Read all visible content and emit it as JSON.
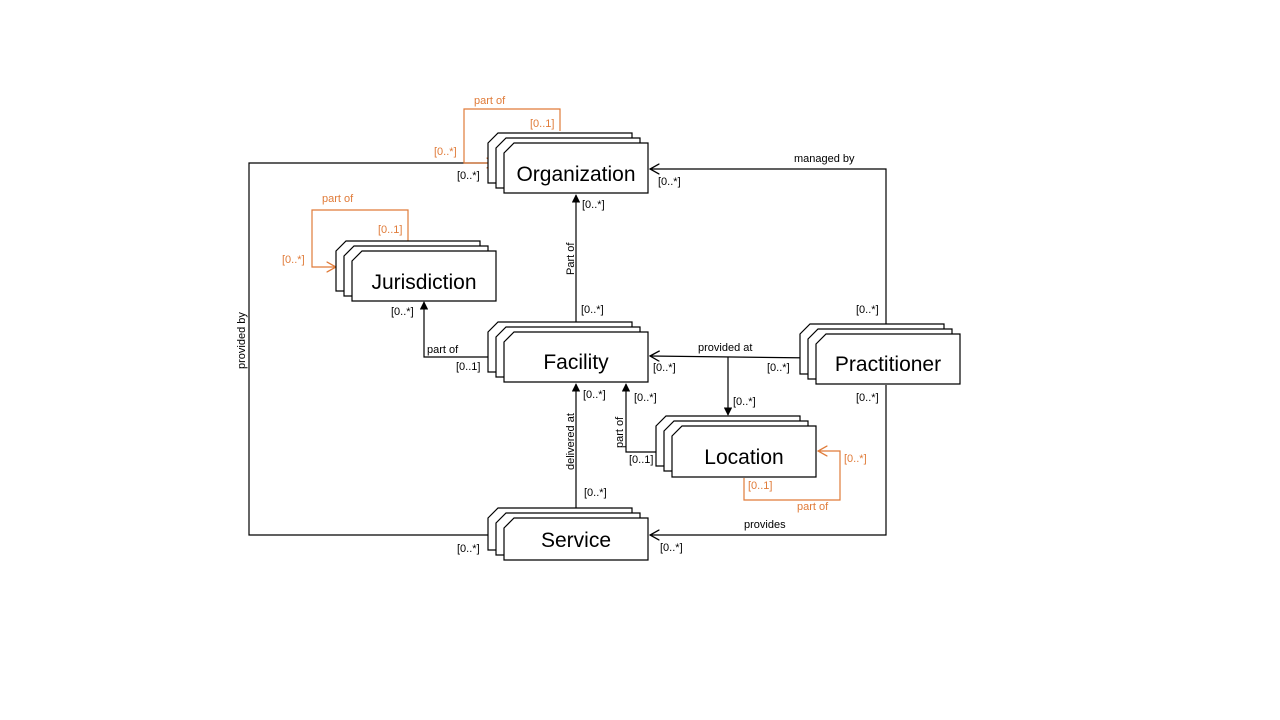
{
  "colors": {
    "line": "#000000",
    "self_relation": "#e07b39"
  },
  "entities": {
    "organization": "Organization",
    "jurisdiction": "Jurisdiction",
    "facility": "Facility",
    "practitioner": "Practitioner",
    "location": "Location",
    "service": "Service"
  },
  "relations": {
    "org_part_of": "part of",
    "jur_part_of": "part of",
    "facility_part_of_org": "Part of",
    "facility_part_of_jur": "part of",
    "provided_by": "provided by",
    "managed_by": "managed by",
    "provided_at": "provided at",
    "delivered_at": "delivered at",
    "location_part_of_facility": "part of",
    "location_part_of_location": "part of",
    "provides": "provides"
  },
  "multiplicities": {
    "org_self_many": "[0..*]",
    "org_self_one": "[0..1]",
    "org_left": "[0..*]",
    "org_right": "[0..*]",
    "org_bottom": "[0..*]",
    "jur_self_many": "[0..*]",
    "jur_self_one": "[0..1]",
    "jur_bottom": "[0..*]",
    "fac_top": "[0..*]",
    "fac_left": "[0..1]",
    "fac_right": "[0..*]",
    "fac_bottom": "[0..*]",
    "fac_loc": "[0..*]",
    "prac_top": "[0..*]",
    "prac_left": "[0..*]",
    "prac_bottom": "[0..*]",
    "loc_top": "[0..*]",
    "loc_left": "[0..1]",
    "loc_self_many": "[0..*]",
    "loc_self_one": "[0..1]",
    "svc_top": "[0..*]",
    "svc_left": "[0..*]",
    "svc_right": "[0..*]"
  }
}
